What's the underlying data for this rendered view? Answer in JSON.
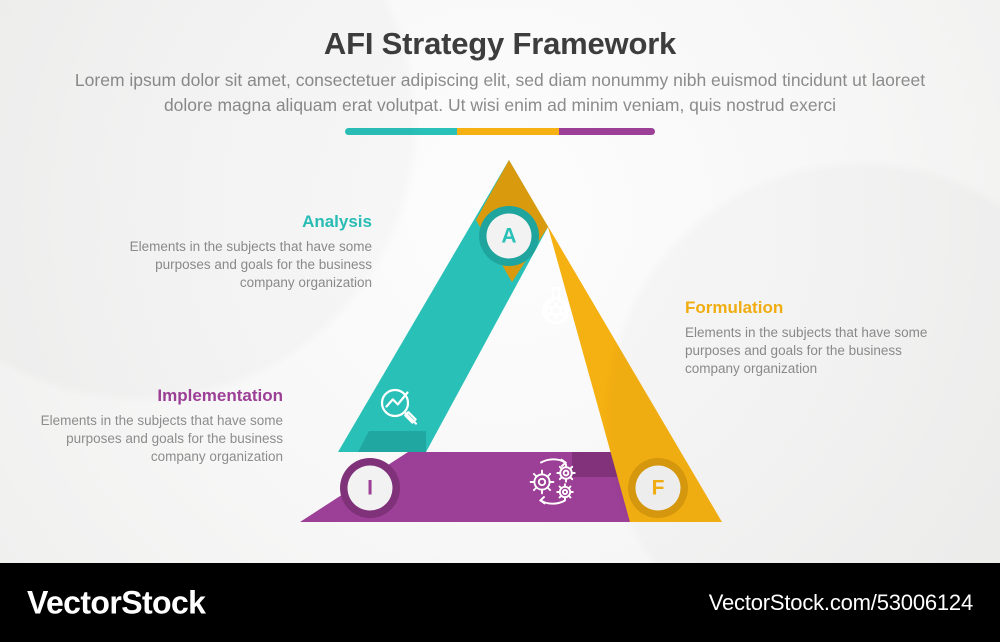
{
  "header": {
    "title": "AFI Strategy Framework",
    "subtitle": "Lorem ipsum dolor sit amet, consectetuer adipiscing elit, sed diam nonummy nibh euismod tincidunt ut laoreet dolore magna aliquam erat volutpat. Ut wisi enim ad minim veniam, quis nostrud exerci"
  },
  "colors": {
    "teal": "#29c0b8",
    "teal_shadow": "#1fa59e",
    "amber": "#f5b011",
    "amber_shadow": "#d99a0d",
    "purple": "#9c3f96",
    "purple_shadow": "#7f3179",
    "title": "#3d3d3d",
    "body_text": "#8c8c8c",
    "badge_fill": "#f2f2f2",
    "footer_bg": "#000000"
  },
  "divider": {
    "segments": [
      {
        "name": "teal",
        "color": "#29c0b8"
      },
      {
        "name": "amber",
        "color": "#f5b011"
      },
      {
        "name": "purple",
        "color": "#9c3f96"
      }
    ]
  },
  "diagram": {
    "shape": "triangle",
    "segments": [
      {
        "key": "analysis",
        "label": "Analysis",
        "badge": "A",
        "color": "#29c0b8",
        "shadow": "#1fa59e",
        "icon": "magnifier-chart-icon",
        "description": "Elements in the subjects that have some purposes and goals for the business company organization"
      },
      {
        "key": "formulation",
        "label": "Formulation",
        "badge": "F",
        "color": "#f5b011",
        "shadow": "#d99a0d",
        "icon": "flask-molecule-icon",
        "description": "Elements in the subjects that have some purposes and goals for the business company organization"
      },
      {
        "key": "implementation",
        "label": "Implementation",
        "badge": "I",
        "color": "#9c3f96",
        "shadow": "#7f3179",
        "icon": "gears-cycle-icon",
        "description": "Elements in the subjects that have some purposes and goals for the business company organization"
      }
    ]
  },
  "footer": {
    "brand": "VectorStock",
    "url": "VectorStock.com/53006124"
  }
}
